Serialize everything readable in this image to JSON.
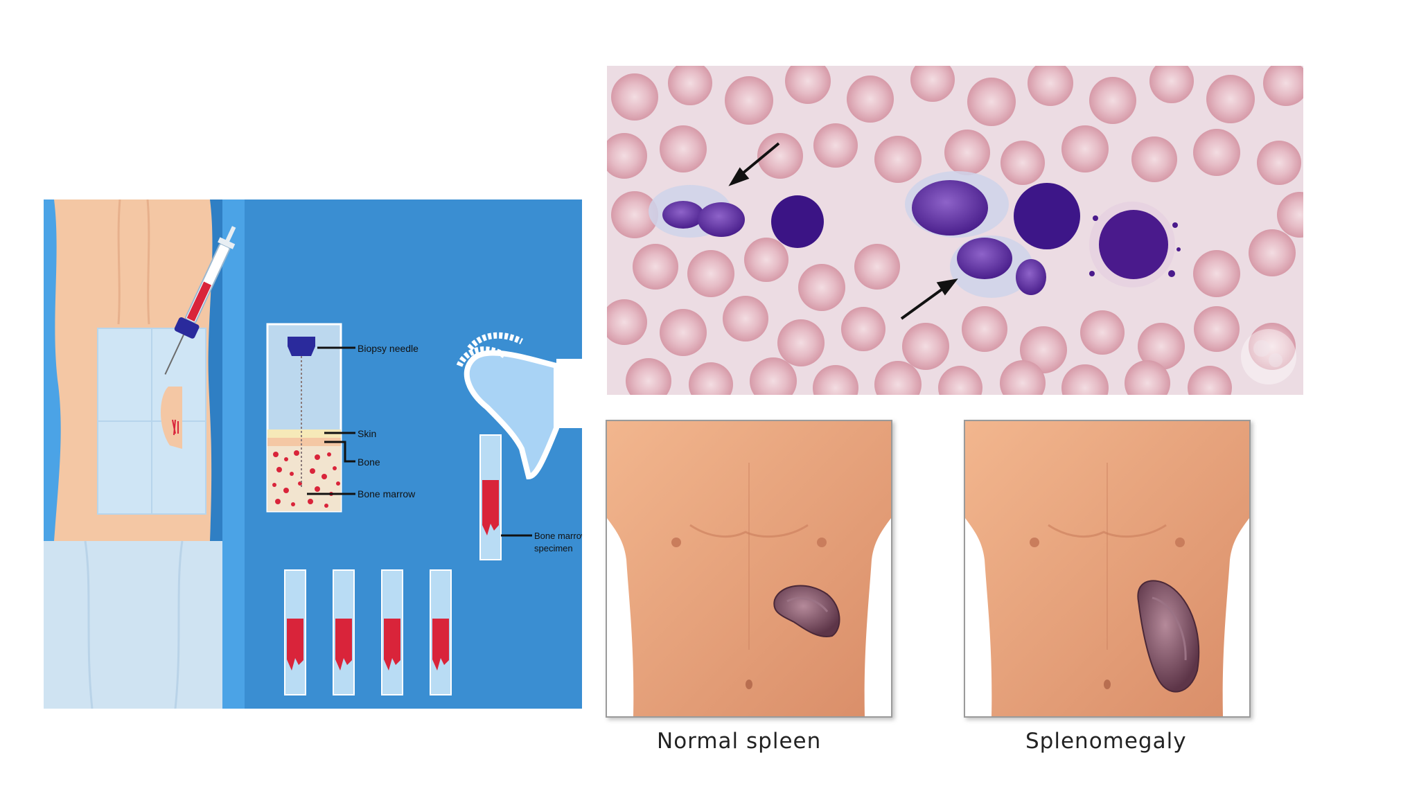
{
  "biopsy_panel": {
    "labels": {
      "biopsy_needle": "Biopsy needle",
      "skin": "Skin",
      "bone": "Bone",
      "bone_marrow": "Bone marrow",
      "specimen_line1": "Bone marrow",
      "specimen_line2": "specimen"
    }
  },
  "spleen_panels": {
    "normal_caption": "Normal spleen",
    "splenomegaly_caption": "Splenomegaly"
  },
  "colors": {
    "biopsy_background": "#3a8ed2",
    "skin": "#f4c7a4",
    "blood": "#d9243a",
    "smear_background": "#ecdce3",
    "rbc": "#d9a7b2",
    "nucleus": "#5a2d9c",
    "torso": "#e8a27a",
    "spleen": "#7b4a5e"
  }
}
